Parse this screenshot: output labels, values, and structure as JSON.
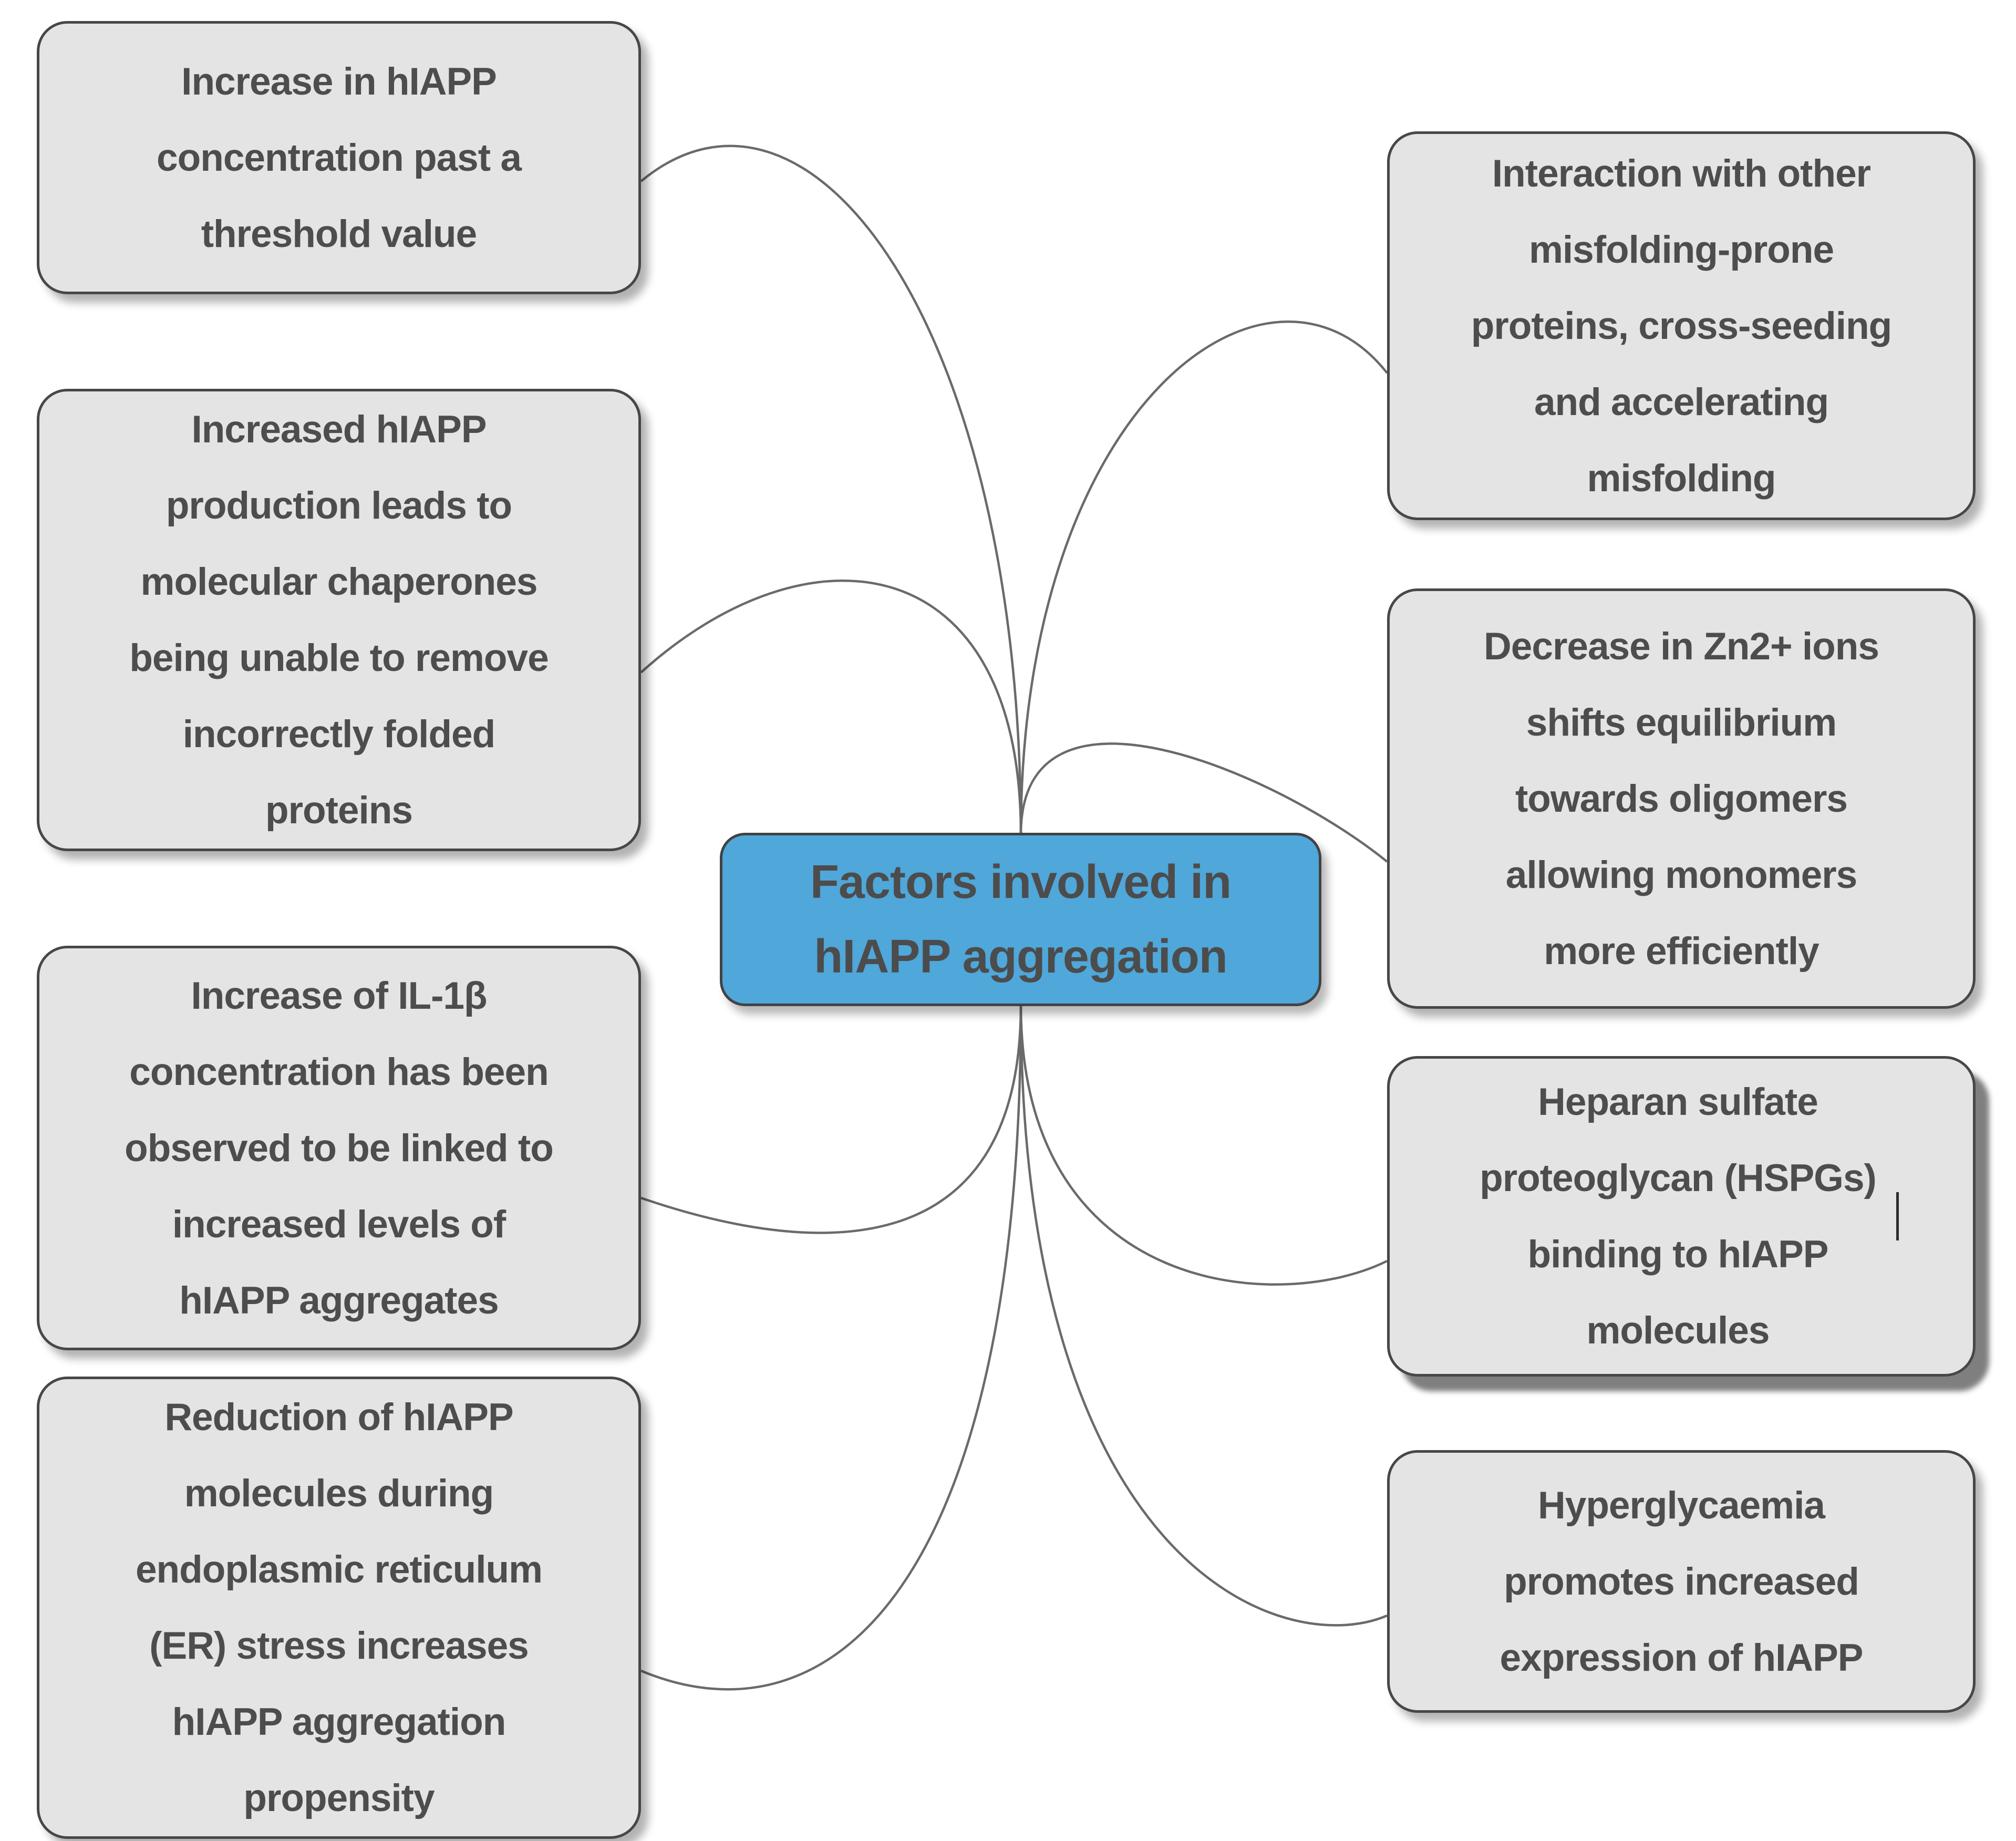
{
  "diagram_title": "Factors involved in hIAPP aggregation",
  "colors": {
    "center_node_fill": "#4fa7da",
    "factor_node_fill": "#e5e4e4",
    "node_border": "#474747",
    "node_text": "#4d4d4d",
    "connector_line": "#6a6a6a",
    "background": "#ffffff"
  },
  "center_node": {
    "text": "Factors involved in\nhIAPP aggregation"
  },
  "left_nodes": [
    {
      "text": "Increase in hIAPP\nconcentration past a\nthreshold value"
    },
    {
      "text": "Increased hIAPP\nproduction leads to\nmolecular chaperones\nbeing unable to remove\nincorrectly folded\nproteins"
    },
    {
      "text": "Increase of IL-1β\nconcentration has been\nobserved to be linked to\nincreased levels of\nhIAPP aggregates"
    },
    {
      "text": "Reduction of hIAPP\nmolecules during\nendoplasmic reticulum\n(ER) stress increases\nhIAPP aggregation\npropensity"
    }
  ],
  "right_nodes": [
    {
      "text": "Interaction with other\nmisfolding-prone\nproteins, cross-seeding\nand accelerating\nmisfolding"
    },
    {
      "text": "Decrease in Zn2+ ions\nshifts equilibrium\ntowards oligomers\nallowing monomers\nmore efficiently"
    },
    {
      "text": "Heparan sulfate\nproteoglycan (HSPGs)\nbinding to hIAPP\nmolecules",
      "text_cursor_visible": true
    },
    {
      "text": "Hyperglycaemia\npromotes increased\nexpression of hIAPP"
    }
  ]
}
